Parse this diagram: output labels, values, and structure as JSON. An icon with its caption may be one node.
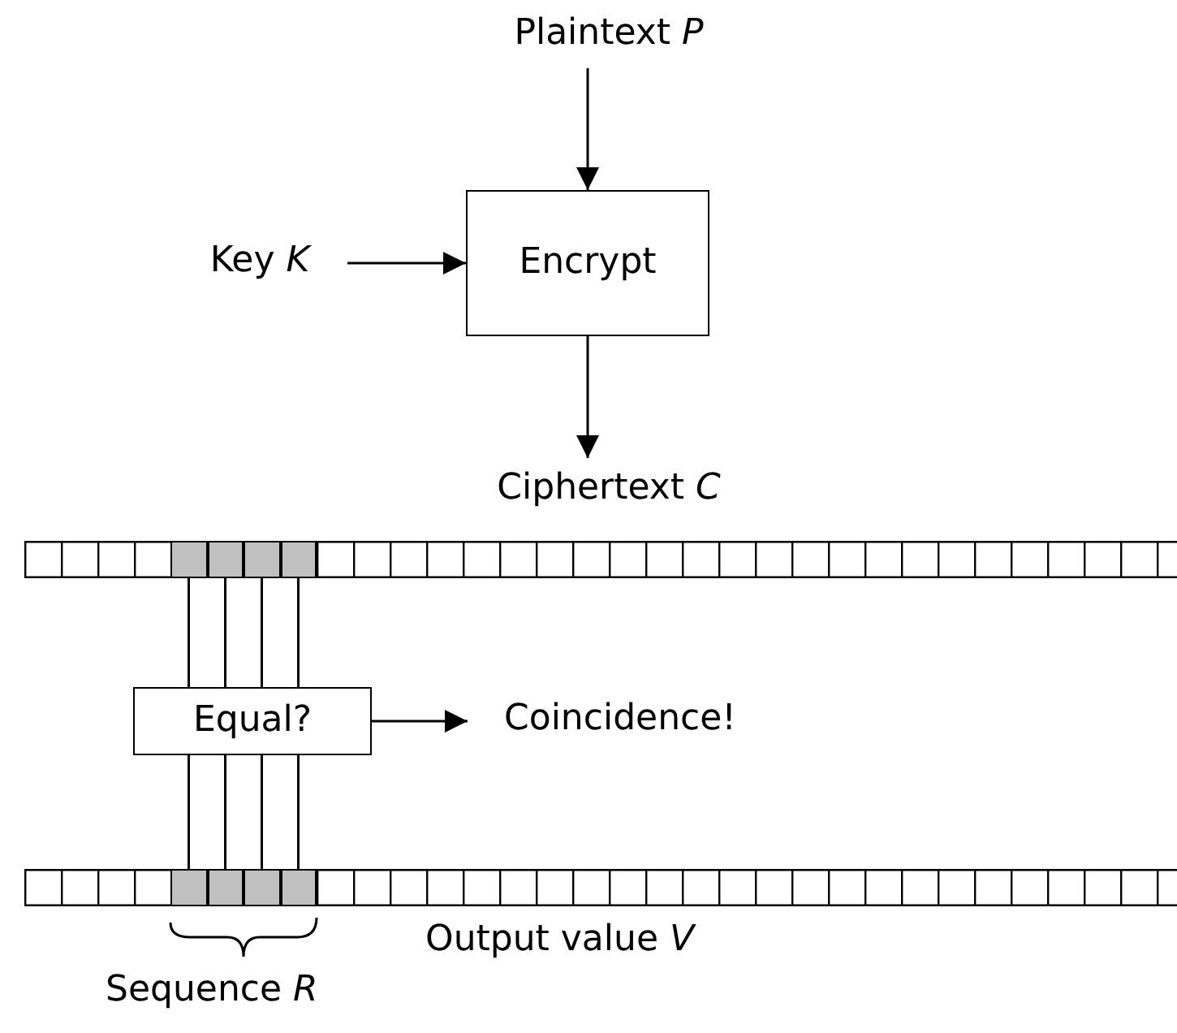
{
  "diagram": {
    "nodes": [
      {
        "text": [
          "Plaintext *P*"
        ]
      },
      {
        "text": [
          "Key *K*"
        ]
      },
      {
        "text": [
          "Encrypt"
        ]
      },
      {
        "text": [
          "Ciphertext *C*"
        ]
      },
      {
        "text": [],
        "shape": "bar"
      },
      {
        "text": [],
        "shape": "box",
        "in": 4
      },
      {
        "text": [],
        "shape": "box",
        "in": 4
      },
      {
        "text": [],
        "shape": "box",
        "in": 4
      },
      {
        "text": [],
        "shape": "box",
        "in": 4
      },
      {
        "text": [
          "Equal?"
        ]
      },
      {
        "text": [
          "Coincidence!"
        ]
      },
      {
        "text": [],
        "shape": "bar"
      },
      {
        "text": [],
        "shape": "box",
        "in": 11
      },
      {
        "text": [],
        "shape": "box",
        "in": 11
      },
      {
        "text": [],
        "shape": "box",
        "in": 11
      },
      {
        "text": [],
        "shape": "box",
        "in": 11
      }
    ],
    "edges": [
      {
        "from": 0,
        "to": 2,
        "arrow": "to"
      },
      {
        "from": 1,
        "to": 2,
        "arrow": "to"
      },
      {
        "from": 2,
        "to": 3,
        "arrow": "to"
      },
      {
        "from": 5,
        "to": 9,
        "arrow": "none"
      },
      {
        "from": 6,
        "to": 9,
        "arrow": "none"
      },
      {
        "from": 7,
        "to": 9,
        "arrow": "none"
      },
      {
        "from": 8,
        "to": 9,
        "arrow": "none"
      },
      {
        "from": 9,
        "to": 12,
        "arrow": "none"
      },
      {
        "from": 9,
        "to": 13,
        "arrow": "none"
      },
      {
        "from": 9,
        "to": 14,
        "arrow": "none"
      },
      {
        "from": 9,
        "to": 15,
        "arrow": "none"
      },
      {
        "from": 9,
        "to": 10,
        "arrow": "to"
      }
    ],
    "labels": [
      "Output value *V*",
      "Sequence *R*"
    ]
  }
}
